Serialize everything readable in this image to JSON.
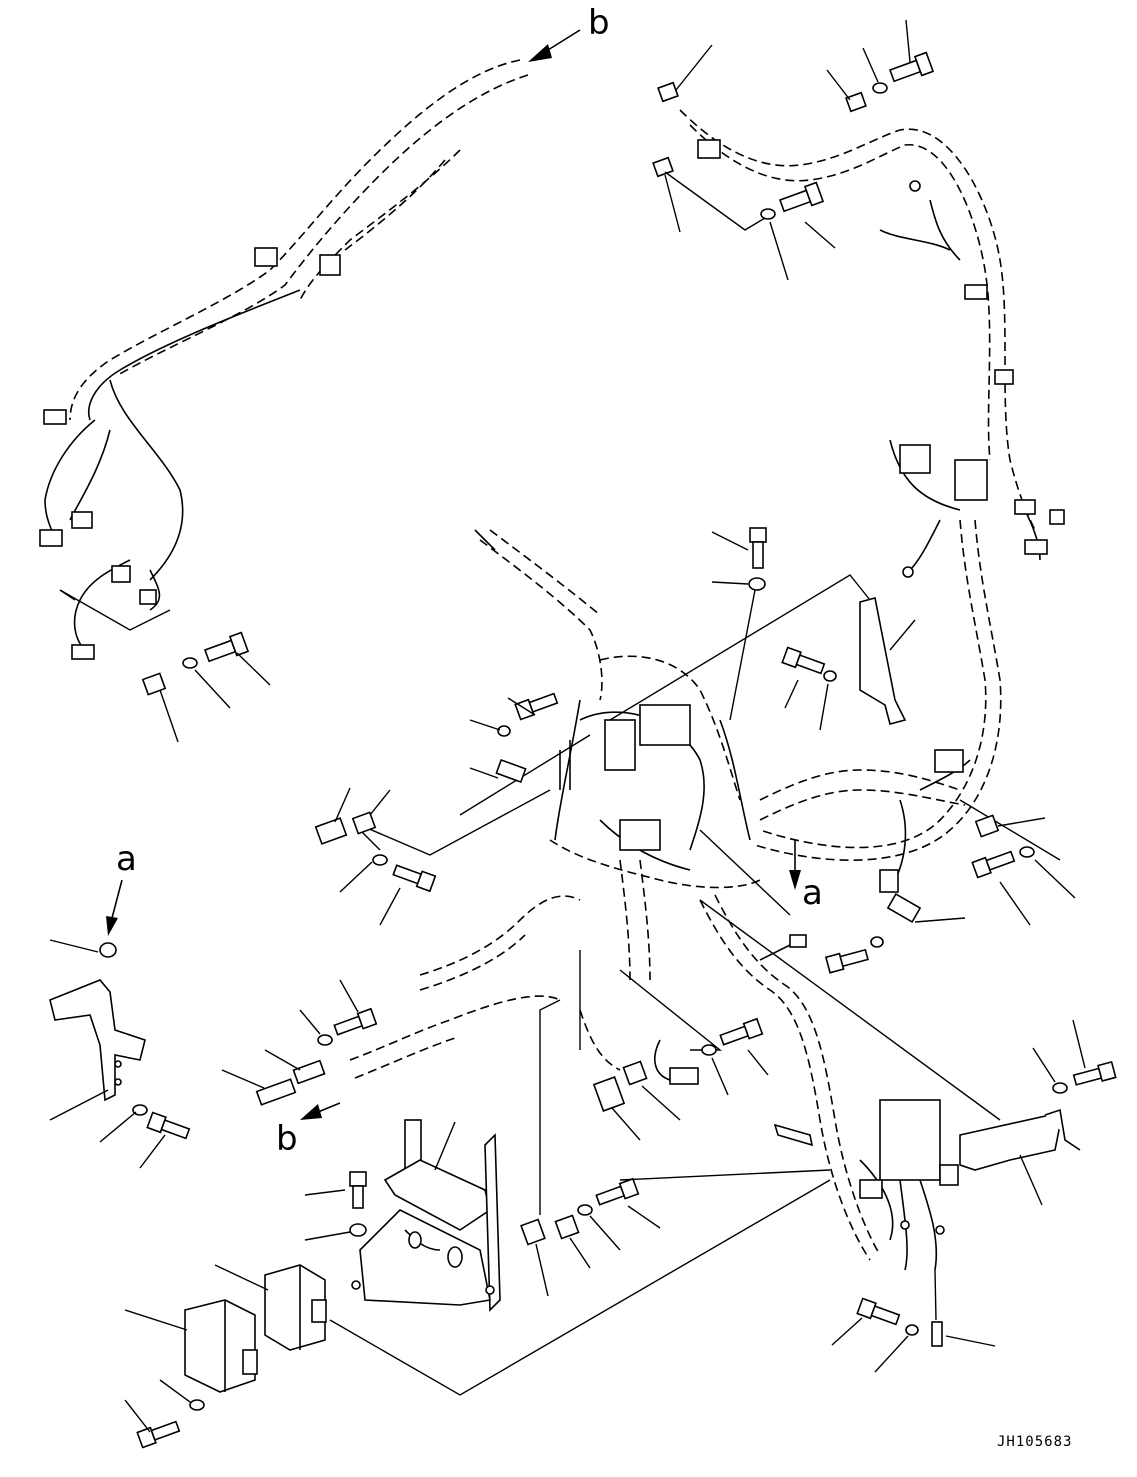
{
  "labels": {
    "view_b_top": "b",
    "view_a_left": "a",
    "view_a_center": "a",
    "view_b_bottom": "b"
  },
  "drawing_code": "JH105683"
}
